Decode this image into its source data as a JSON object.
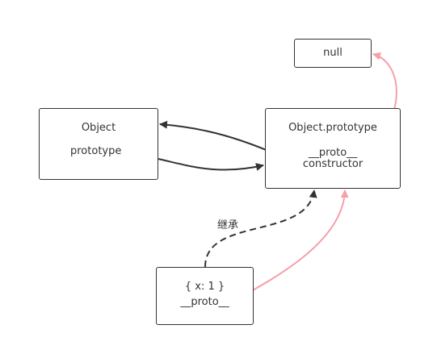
{
  "nodes": {
    "null": {
      "label": "null"
    },
    "object": {
      "title": "Object",
      "field": "prototype"
    },
    "object_prototype": {
      "title": "Object.prototype",
      "field_proto": "__proto__",
      "field_constructor": "constructor"
    },
    "instance": {
      "title": "{ x: 1 }",
      "field": "__proto__"
    }
  },
  "edges": {
    "inheritance_label": "继承"
  },
  "colors": {
    "box_stroke": "#333333",
    "arrow_dark": "#333333",
    "arrow_pink": "#f4a0a8"
  }
}
